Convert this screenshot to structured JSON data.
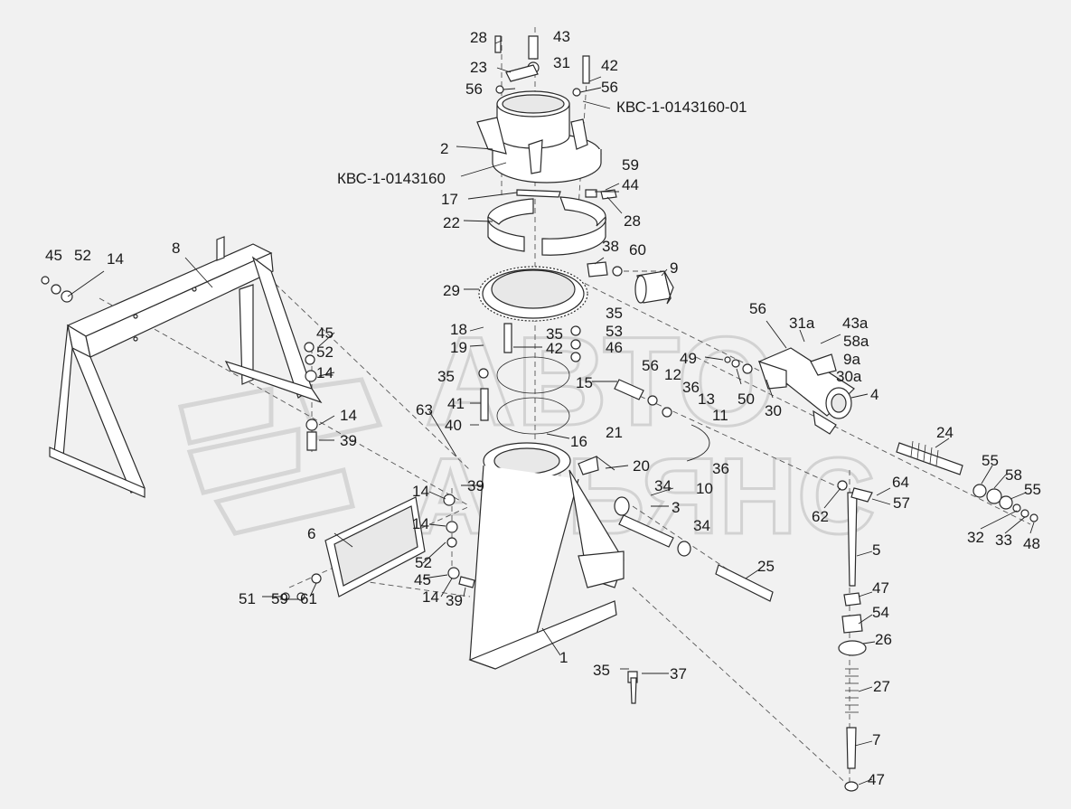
{
  "watermark": {
    "line1": "АВТО",
    "line2": "АЛЬЯНС"
  },
  "labels": [
    {
      "id": "l28a",
      "text": "28"
    },
    {
      "id": "l43a",
      "text": "43"
    },
    {
      "id": "l23",
      "text": "23"
    },
    {
      "id": "l31",
      "text": "31"
    },
    {
      "id": "l42a",
      "text": "42"
    },
    {
      "id": "l56a",
      "text": "56"
    },
    {
      "id": "l56b",
      "text": "56"
    },
    {
      "id": "lkvs01",
      "text": "КВС-1-0143160-01"
    },
    {
      "id": "l2",
      "text": "2"
    },
    {
      "id": "lkvs",
      "text": "КВС-1-0143160"
    },
    {
      "id": "l59a",
      "text": "59"
    },
    {
      "id": "l44",
      "text": "44"
    },
    {
      "id": "l17",
      "text": "17"
    },
    {
      "id": "l28b",
      "text": "28"
    },
    {
      "id": "l22",
      "text": "22"
    },
    {
      "id": "l38",
      "text": "38"
    },
    {
      "id": "l60",
      "text": "60"
    },
    {
      "id": "l9",
      "text": "9"
    },
    {
      "id": "l29",
      "text": "29"
    },
    {
      "id": "l8",
      "text": "8"
    },
    {
      "id": "l45a",
      "text": "45"
    },
    {
      "id": "l52a",
      "text": "52"
    },
    {
      "id": "l14a",
      "text": "14"
    },
    {
      "id": "l35a",
      "text": "35"
    },
    {
      "id": "l18",
      "text": "18"
    },
    {
      "id": "l35b",
      "text": "35"
    },
    {
      "id": "l53",
      "text": "53"
    },
    {
      "id": "l19",
      "text": "19"
    },
    {
      "id": "l42b",
      "text": "42"
    },
    {
      "id": "l46",
      "text": "46"
    },
    {
      "id": "l56c",
      "text": "56"
    },
    {
      "id": "l31a",
      "text": "31а"
    },
    {
      "id": "l43a2",
      "text": "43а"
    },
    {
      "id": "l58a",
      "text": "58а"
    },
    {
      "id": "l9a",
      "text": "9а"
    },
    {
      "id": "l30a",
      "text": "30а"
    },
    {
      "id": "l49",
      "text": "49"
    },
    {
      "id": "l45b",
      "text": "45"
    },
    {
      "id": "l52b",
      "text": "52"
    },
    {
      "id": "l14b",
      "text": "14"
    },
    {
      "id": "l35c",
      "text": "35"
    },
    {
      "id": "l15",
      "text": "15"
    },
    {
      "id": "l56d",
      "text": "56"
    },
    {
      "id": "l12",
      "text": "12"
    },
    {
      "id": "l50",
      "text": "50"
    },
    {
      "id": "l30",
      "text": "30"
    },
    {
      "id": "l4",
      "text": "4"
    },
    {
      "id": "l36a",
      "text": "36"
    },
    {
      "id": "l41",
      "text": "41"
    },
    {
      "id": "l13",
      "text": "13"
    },
    {
      "id": "l63",
      "text": "63"
    },
    {
      "id": "l11",
      "text": "11"
    },
    {
      "id": "l14c",
      "text": "14"
    },
    {
      "id": "l40",
      "text": "40"
    },
    {
      "id": "l39a",
      "text": "39"
    },
    {
      "id": "l16",
      "text": "16"
    },
    {
      "id": "l21",
      "text": "21"
    },
    {
      "id": "l24",
      "text": "24"
    },
    {
      "id": "l20",
      "text": "20"
    },
    {
      "id": "l36b",
      "text": "36"
    },
    {
      "id": "l55a",
      "text": "55"
    },
    {
      "id": "l58",
      "text": "58"
    },
    {
      "id": "l64",
      "text": "64"
    },
    {
      "id": "l14d",
      "text": "14"
    },
    {
      "id": "l39b",
      "text": "39"
    },
    {
      "id": "l34a",
      "text": "34"
    },
    {
      "id": "l10",
      "text": "10"
    },
    {
      "id": "l55b",
      "text": "55"
    },
    {
      "id": "l62",
      "text": "62"
    },
    {
      "id": "l57",
      "text": "57"
    },
    {
      "id": "l3",
      "text": "3"
    },
    {
      "id": "l14e",
      "text": "14"
    },
    {
      "id": "l6",
      "text": "6"
    },
    {
      "id": "l34b",
      "text": "34"
    },
    {
      "id": "l32",
      "text": "32"
    },
    {
      "id": "l33",
      "text": "33"
    },
    {
      "id": "l48",
      "text": "48"
    },
    {
      "id": "l5",
      "text": "5"
    },
    {
      "id": "l52c",
      "text": "52"
    },
    {
      "id": "l25",
      "text": "25"
    },
    {
      "id": "l45c",
      "text": "45"
    },
    {
      "id": "l51",
      "text": "51"
    },
    {
      "id": "l59b",
      "text": "59"
    },
    {
      "id": "l61",
      "text": "61"
    },
    {
      "id": "l14f",
      "text": "14"
    },
    {
      "id": "l39c",
      "text": "39"
    },
    {
      "id": "l47a",
      "text": "47"
    },
    {
      "id": "l54",
      "text": "54"
    },
    {
      "id": "l1",
      "text": "1"
    },
    {
      "id": "l26",
      "text": "26"
    },
    {
      "id": "l35d",
      "text": "35"
    },
    {
      "id": "l37",
      "text": "37"
    },
    {
      "id": "l27",
      "text": "27"
    },
    {
      "id": "l7",
      "text": "7"
    },
    {
      "id": "l47b",
      "text": "47"
    }
  ]
}
